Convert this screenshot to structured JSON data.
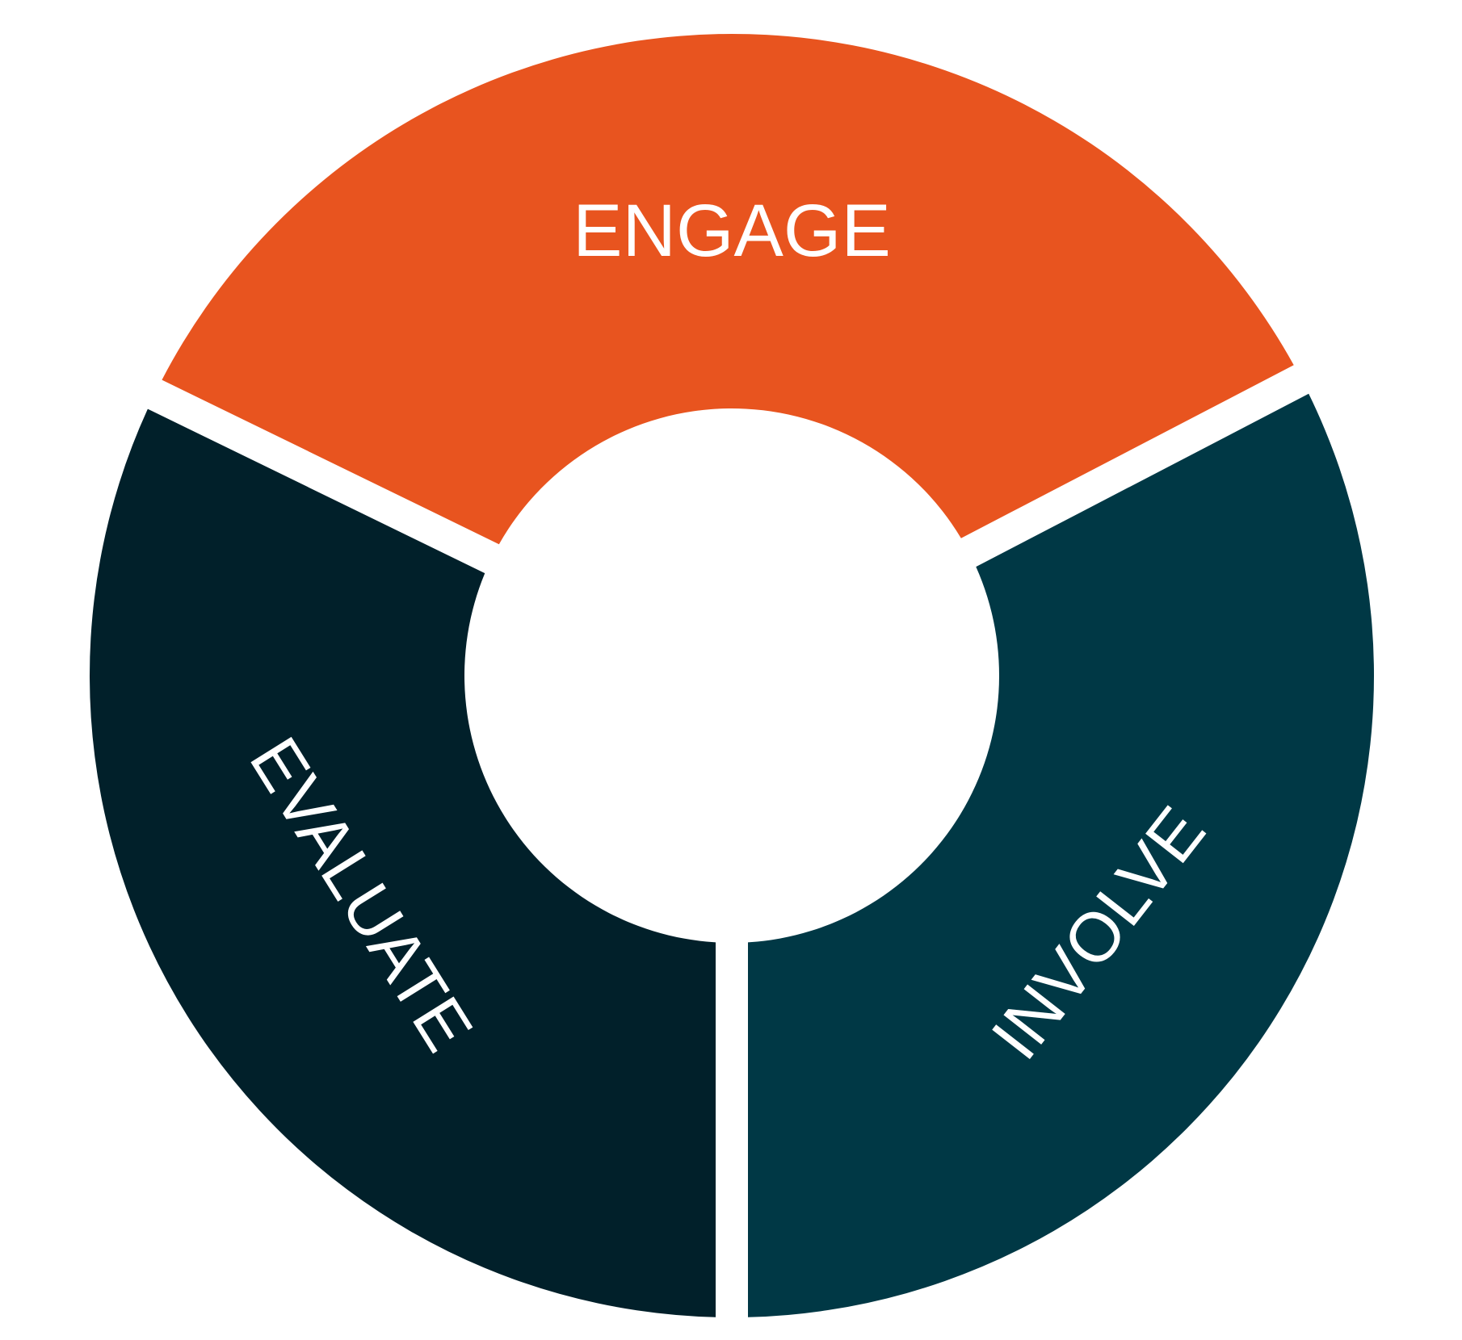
{
  "diagram": {
    "type": "cycle-ring",
    "segments": [
      {
        "label": "ENGAGE",
        "color": "#E8541F"
      },
      {
        "label": "INVOLVE",
        "color": "#003845"
      },
      {
        "label": "EVALUATE",
        "color": "#01202A"
      }
    ]
  }
}
